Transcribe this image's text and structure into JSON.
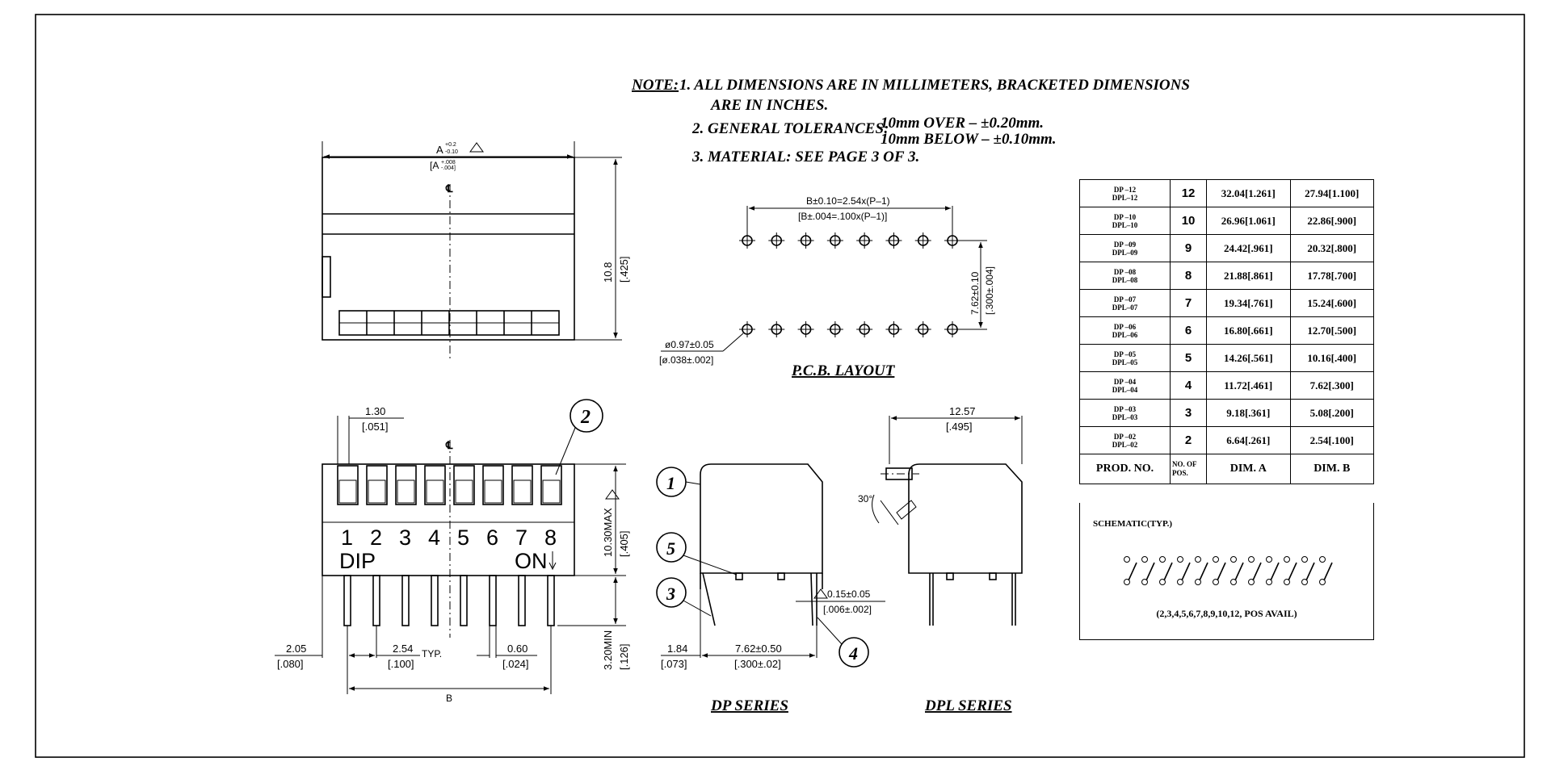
{
  "notes": {
    "label": "NOTE:",
    "line1": "1. ALL DIMENSIONS ARE IN MILLIMETERS, BRACKETED DIMENSIONS",
    "line1b": "ARE IN INCHES.",
    "line2": "2. GENERAL TOLERANCES:",
    "tol_over": "10mm  OVER – ±0.20mm.",
    "tol_below": "10mm BELOW – ±0.10mm.",
    "line3": "3. MATERIAL: SEE PAGE 3 OF 3."
  },
  "top_view": {
    "dim_a": "A",
    "dim_a_tol_plus": "+0.2",
    "dim_a_tol_minus": "-0.10",
    "dim_a_in": "[A",
    "dim_a_in_tol_plus": "+.008",
    "dim_a_in_tol_minus": "-.004]",
    "height": "10.8",
    "height_in": "[.425]",
    "centerline": "℄"
  },
  "front_view": {
    "pin_width": "1.30",
    "pin_width_in": "[.051]",
    "numbers": [
      "1",
      "2",
      "3",
      "4",
      "5",
      "6",
      "7",
      "8"
    ],
    "label_dip": "DIP",
    "label_on": "ON",
    "height": "10.30MAX",
    "height_in": "[.405]",
    "pin_len": "3.20MIN",
    "pin_len_in": "[.126]",
    "edge": "2.05",
    "edge_in": "[.080]",
    "pitch": "2.54",
    "pitch_typ": "TYP.",
    "pitch_in": "[.100]",
    "pin_thk": "0.60",
    "pin_thk_in": "[.024]",
    "dim_b": "B",
    "callout2": "2",
    "centerline": "℄"
  },
  "pcb": {
    "dim_b": "B±0.10=2.54x(P–1)",
    "dim_b_in": "[B±.004=.100x(P–1)]",
    "row": "7.62±0.10",
    "row_in": "[.300±.004]",
    "hole": "ø0.97±0.05",
    "hole_in": "[ø.038±.002]",
    "title": "P.C.B. LAYOUT"
  },
  "dp_series": {
    "c1": "1",
    "c5": "5",
    "c3": "3",
    "c4": "4",
    "thk": "0.15±0.05",
    "thk_in": "[.006±.002]",
    "left": "1.84",
    "left_in": "[.073]",
    "span": "7.62±0.50",
    "span_in": "[.300±.02]",
    "title": "DP SERIES"
  },
  "dpl_series": {
    "width": "12.57",
    "width_in": "[.495]",
    "angle": "30°",
    "title": "DPL SERIES"
  },
  "table": {
    "rows": [
      {
        "pn1": "DP –12",
        "pn2": "DPL–12",
        "pos": "12",
        "a": "32.04[1.261]",
        "b": "27.94[1.100]"
      },
      {
        "pn1": "DP –10",
        "pn2": "DPL–10",
        "pos": "10",
        "a": "26.96[1.061]",
        "b": "22.86[.900]"
      },
      {
        "pn1": "DP –09",
        "pn2": "DPL–09",
        "pos": "9",
        "a": "24.42[.961]",
        "b": "20.32[.800]"
      },
      {
        "pn1": "DP –08",
        "pn2": "DPL–08",
        "pos": "8",
        "a": "21.88[.861]",
        "b": "17.78[.700]"
      },
      {
        "pn1": "DP –07",
        "pn2": "DPL–07",
        "pos": "7",
        "a": "19.34[.761]",
        "b": "15.24[.600]"
      },
      {
        "pn1": "DP –06",
        "pn2": "DPL–06",
        "pos": "6",
        "a": "16.80[.661]",
        "b": "12.70[.500]"
      },
      {
        "pn1": "DP –05",
        "pn2": "DPL–05",
        "pos": "5",
        "a": "14.26[.561]",
        "b": "10.16[.400]"
      },
      {
        "pn1": "DP –04",
        "pn2": "DPL–04",
        "pos": "4",
        "a": "11.72[.461]",
        "b": "7.62[.300]"
      },
      {
        "pn1": "DP –03",
        "pn2": "DPL–03",
        "pos": "3",
        "a": "9.18[.361]",
        "b": "5.08[.200]"
      },
      {
        "pn1": "DP –02",
        "pn2": "DPL–02",
        "pos": "2",
        "a": "6.64[.261]",
        "b": "2.54[.100]"
      }
    ],
    "header": {
      "pn": "PROD.  NO.",
      "pos1": "NO. OF",
      "pos2": "POS.",
      "a": "DIM. A",
      "b": "DIM. B"
    }
  },
  "schematic": {
    "title": "SCHEMATIC(TYP.)",
    "avail": "(2,3,4,5,6,7,8,9,10,12, POS AVAIL)"
  }
}
